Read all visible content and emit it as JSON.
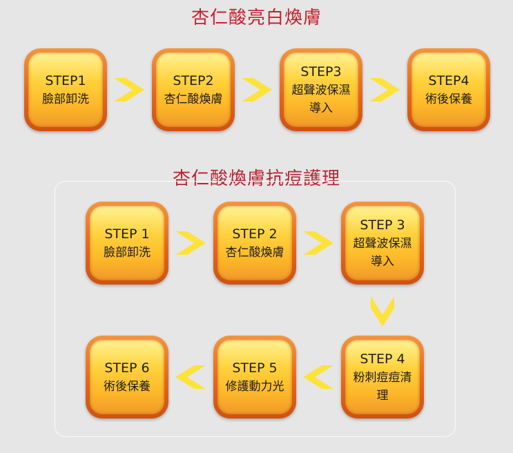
{
  "sections": [
    {
      "title": "杏仁酸亮白煥膚",
      "steps": [
        {
          "id": "STEP1",
          "text": "臉部卸洗"
        },
        {
          "id": "STEP2",
          "text": "杏仁酸煥膚"
        },
        {
          "id": "STEP3",
          "text": "超聲波保濕導入"
        },
        {
          "id": "STEP4",
          "text": "術後保養"
        }
      ]
    },
    {
      "title": "杏仁酸煥膚抗痘護理",
      "steps": [
        {
          "id": "STEP 1",
          "text": "臉部卸洗"
        },
        {
          "id": "STEP 2",
          "text": "杏仁酸煥膚"
        },
        {
          "id": "STEP 3",
          "text": "超聲波保濕導入"
        },
        {
          "id": "STEP 4",
          "text": "粉刺痘痘清理"
        },
        {
          "id": "STEP 5",
          "text": "修護動力光"
        },
        {
          "id": "STEP 6",
          "text": "術後保養"
        }
      ]
    }
  ],
  "colors": {
    "title_1": "#c8202c",
    "title_2": "#b52532",
    "arrow": "#fde23a",
    "box_outer": "#e3671d",
    "box_inner": "#ffd23d"
  },
  "icons": {
    "arrow": "chevron-arrow-icon"
  }
}
